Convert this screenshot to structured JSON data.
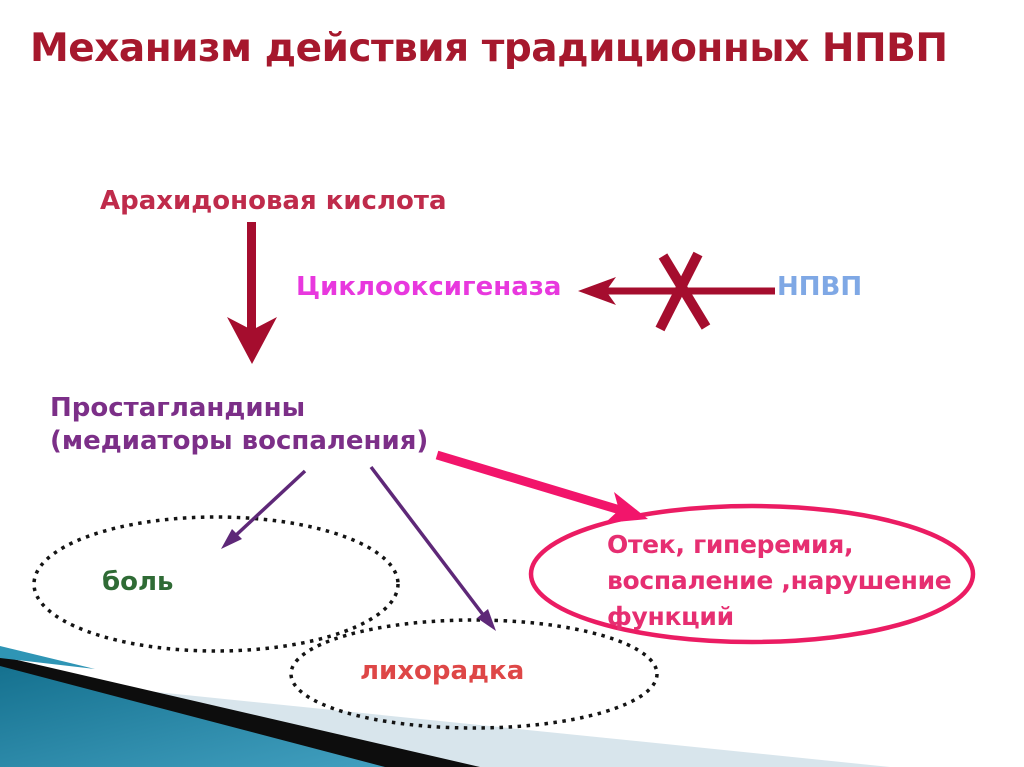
{
  "slide": {
    "title": "Механизм действия традиционных НПВП"
  },
  "labels": {
    "arachidonic_acid": "Арахидоновая кислота",
    "cyclooxygenase": "Циклооксигеназа",
    "nsaid": "НПВП",
    "prostaglandins_line1": "Простагландины",
    "prostaglandins_line2": "(медиаторы воспаления)",
    "pain": "боль",
    "fever": "лихорадка",
    "edema_line1": "Отек, гиперемия,",
    "edema_line2": "воспаление ,нарушение",
    "edema_line3": "функций"
  },
  "colors": {
    "title": "#a6182d",
    "arachidonic_acid": "#bf2b4b",
    "cyclooxygenase": "#e838de",
    "nsaid": "#7fa8e5",
    "prostaglandins": "#7c2f88",
    "pain": "#2f6b35",
    "fever": "#de4747",
    "edema_text": "#e62e71",
    "edema_ellipse": "#eb1c63",
    "dark_red_arrow": "#a50d2e",
    "purple_arrow": "#5e2878",
    "pink_arrow": "#f2156b",
    "dotted_ellipse": "#141414",
    "corner_teal_dark": "#15718f",
    "corner_teal_light": "#3f9dbd",
    "corner_teal_sliver": "#2f95b5",
    "corner_pale": "#d8e5ec",
    "corner_black": "#0d0d0d"
  }
}
